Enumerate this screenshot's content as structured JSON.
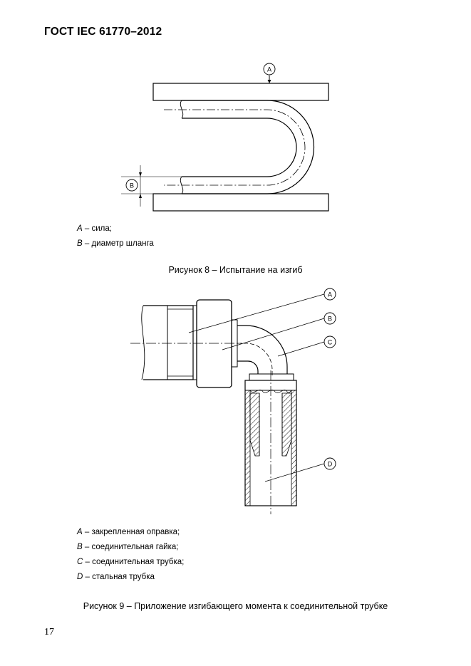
{
  "header": {
    "title": "ГОСТ IEC 61770–2012"
  },
  "figure8": {
    "callouts": {
      "a": "A",
      "b": "B"
    },
    "legend": [
      {
        "letter": "A",
        "text": " – сила;"
      },
      {
        "letter": "B",
        "text": " – диаметр шланга"
      }
    ],
    "caption": "Рисунок 8 – Испытание на изгиб"
  },
  "figure9": {
    "callouts": {
      "a": "A",
      "b": "B",
      "c": "C",
      "d": "D"
    },
    "legend": [
      {
        "letter": "A",
        "text": " – закрепленная оправка;"
      },
      {
        "letter": "B",
        "text": " – соединительная гайка;"
      },
      {
        "letter": "C",
        "text": " – соединительная трубка;"
      },
      {
        "letter": "D",
        "text": " – стальная трубка"
      }
    ],
    "caption": "Рисунок 9 – Приложение изгибающего момента к соединительной трубке"
  },
  "footer": {
    "page_number": "17"
  }
}
